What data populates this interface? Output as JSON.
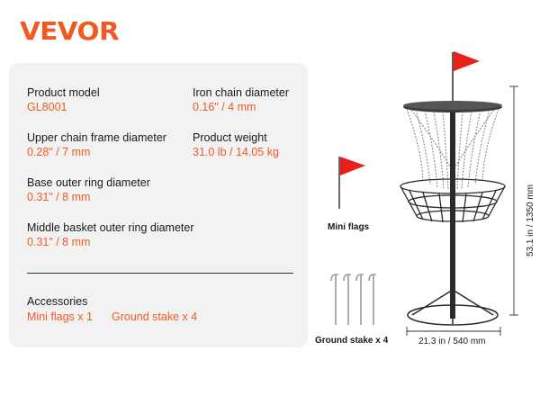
{
  "brand": "VEVOR",
  "colors": {
    "accent": "#f05a22",
    "panel": "#f2f2f2",
    "flag": "#e8201c"
  },
  "specs": [
    {
      "label": "Product model",
      "value": "GL8001"
    },
    {
      "label": "Iron chain diameter",
      "value": "0.16\" / 4 mm"
    },
    {
      "label": "Upper chain frame diameter",
      "value": "0.28\" / 7 mm"
    },
    {
      "label": "Product weight",
      "value": "31.0 lb / 14.05 kg"
    },
    {
      "label": "Base outer ring diameter",
      "value": "0.31\" / 8 mm"
    },
    {
      "label": "Middle basket outer ring diameter",
      "value": "0.31\" / 8 mm"
    }
  ],
  "accessories": {
    "title": "Accessories",
    "items": [
      "Mini flags x 1",
      "Ground stake x 4"
    ]
  },
  "captions": {
    "mini_flags": "Mini flags",
    "ground_stake": "Ground stake x 4"
  },
  "dimensions": {
    "width": "21.3 in / 540 mm",
    "height": "53.1 in / 1350 mm"
  },
  "icons": [
    "flag-icon",
    "stake-icon",
    "disc-golf-basket-illustration"
  ]
}
